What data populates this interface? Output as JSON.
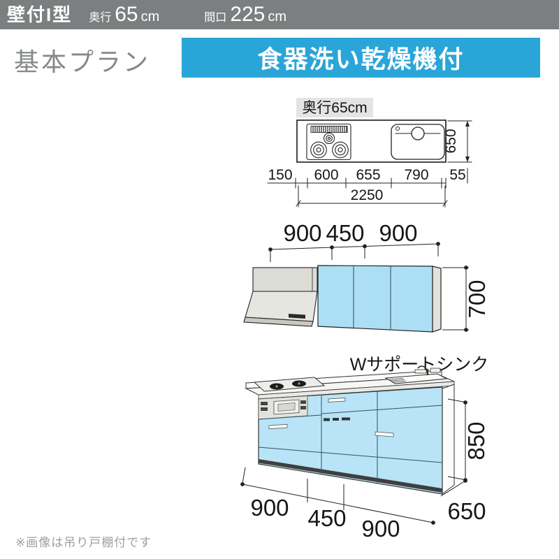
{
  "header": {
    "type_label": "壁付I型",
    "depth_label": "奥行",
    "depth_value": "65",
    "depth_unit": "cm",
    "frontage_label": "間口",
    "frontage_value": "225",
    "frontage_unit": "cm"
  },
  "plan_row": {
    "plan_label": "基本プラン",
    "feature_banner": "食器洗い乾燥機付"
  },
  "top_view": {
    "depth_tag": "奥行65cm",
    "depth_dim": "650",
    "segments": [
      "150",
      "600",
      "655",
      "790",
      "55"
    ],
    "total_width": "2250"
  },
  "wall_cabinet": {
    "widths": [
      "900",
      "450",
      "900"
    ],
    "height": "700"
  },
  "base_unit": {
    "sink_label": "Wサポートシンク",
    "height": "850",
    "depth": "650",
    "widths": [
      "900",
      "450",
      "900"
    ]
  },
  "footer_note": "※画像は吊り戸棚付です",
  "colors": {
    "header_gray": "#7b7f80",
    "banner_cyan": "#2aa5d8",
    "cabinet_blue": "#addff4",
    "line_black": "#1a1a1a"
  }
}
